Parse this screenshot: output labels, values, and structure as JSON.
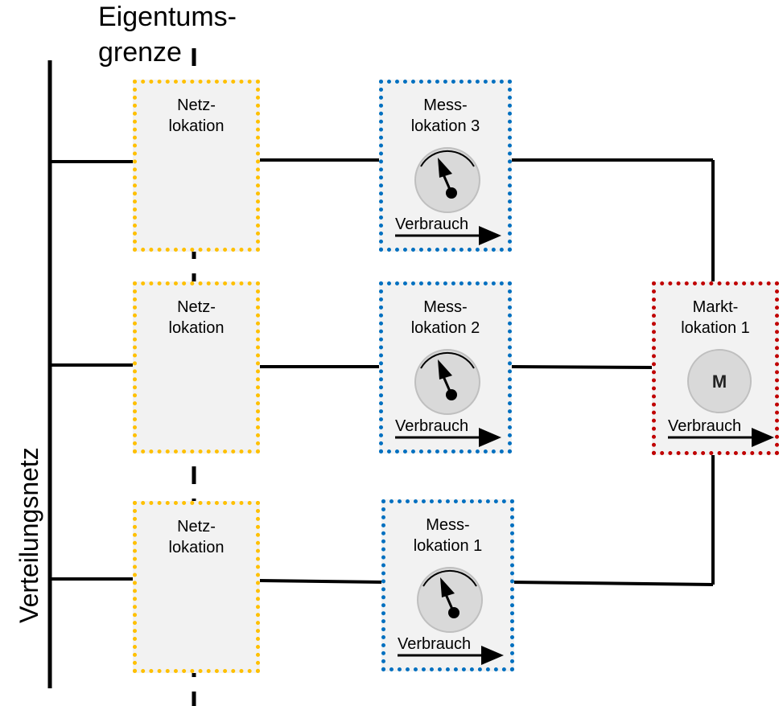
{
  "labels": {
    "eigentumsgrenze_line1": "Eigentums-",
    "eigentumsgrenze_line2": "grenze",
    "verteilungsnetz": "Verteilungsnetz",
    "verbrauch": "Verbrauch"
  },
  "netzlokationen": [
    {
      "line1": "Netz-",
      "line2": "lokation"
    },
    {
      "line1": "Netz-",
      "line2": "lokation"
    },
    {
      "line1": "Netz-",
      "line2": "lokation"
    }
  ],
  "messlokationen": [
    {
      "line1": "Mess-",
      "line2": "lokation 3"
    },
    {
      "line1": "Mess-",
      "line2": "lokation 2"
    },
    {
      "line1": "Mess-",
      "line2": "lokation 1"
    }
  ],
  "marktlokation": {
    "line1": "Markt-",
    "line2": "lokation 1",
    "symbol": "M"
  },
  "colors": {
    "netz_border": "#ffc000",
    "mess_border": "#0070c0",
    "markt_border": "#c00000",
    "box_fill": "#f2f2f2",
    "meter_fill": "#d9d9d9"
  },
  "icons": {
    "meter": "gauge-meter-icon",
    "market": "m-circle-icon",
    "flow": "arrow-right-icon"
  }
}
